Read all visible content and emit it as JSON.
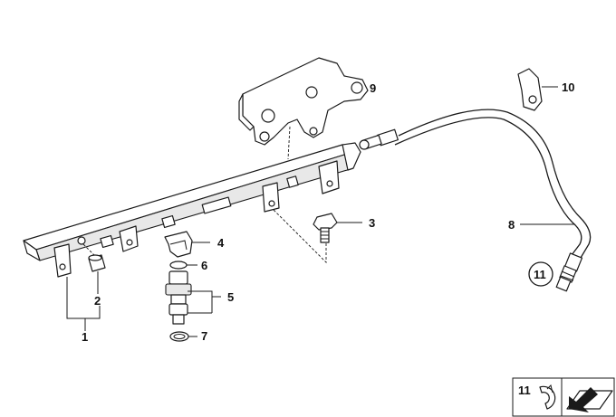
{
  "callouts": {
    "c1": "1",
    "c2": "2",
    "c3": "3",
    "c4": "4",
    "c5": "5",
    "c6": "6",
    "c7": "7",
    "c8": "8",
    "c9": "9",
    "c10": "10",
    "c11_main": "11",
    "c11_legend": "11"
  },
  "colors": {
    "line": "#1a1a1a",
    "background": "#ffffff"
  }
}
